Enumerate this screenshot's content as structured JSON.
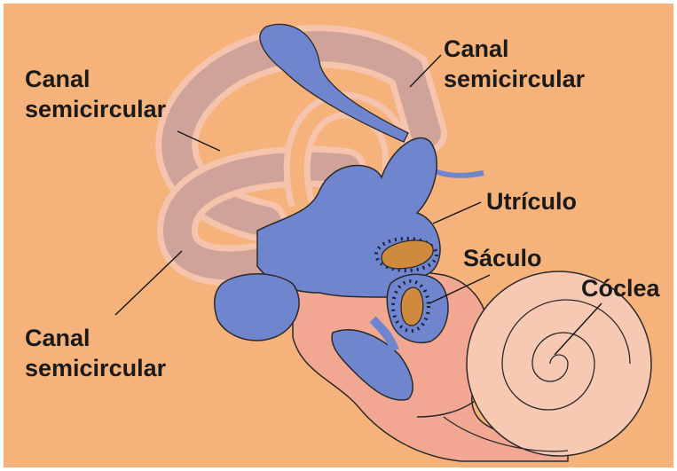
{
  "diagram": {
    "labels": {
      "canal_top_left": {
        "line1": "Canal",
        "line2": "semicircular"
      },
      "canal_top_right": {
        "line1": "Canal",
        "line2": "semicircular"
      },
      "canal_bottom_left": {
        "line1": "Canal",
        "line2": "semicircular"
      },
      "utriculo": "Utrículo",
      "saculo": "Sáculo",
      "coclea": "Cóclea"
    },
    "colors": {
      "background": "#f5b27a",
      "canal_fill": "#cfa39a",
      "canal_rim": "#f6c4ad",
      "membrane_blue": "#6f86cf",
      "membrane_dark": "#4d5f9e",
      "macula_orange": "#cf8a3e",
      "cochlea_fill": "#f7c9b2",
      "vestibule_pink": "#f2a793"
    }
  }
}
